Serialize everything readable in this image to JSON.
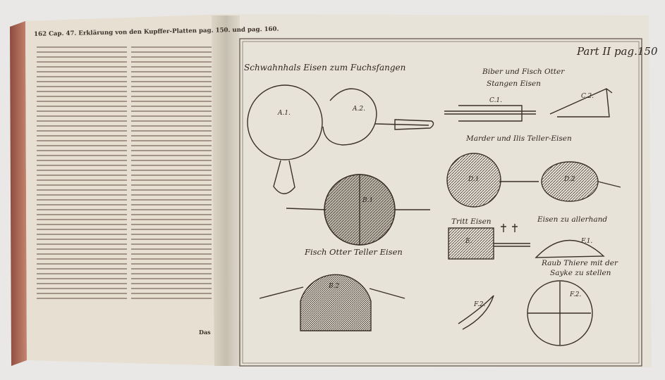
{
  "left_page": {
    "header": "162 Cap. 47. Erklärung von den Kupffer-Platten pag. 150. und pag. 160.",
    "catchword": "Das"
  },
  "plate": {
    "title": "Part II pag.150",
    "captions": {
      "schwanenhals": "Schwahnhals Eisen zum Fuchsfangen",
      "biber_line1": "Biber und Fisch Otter",
      "biber_line2": "Stangen Eisen",
      "marder": "Marder und Ilis Teller-Eisen",
      "fisch_otter": "Fisch Otter Teller Eisen",
      "tritt": "Tritt Eisen",
      "allerhand": "Eisen zu allerhand",
      "raubthiere_line1": "Raub Thiere mit der",
      "raubthiere_line2": "Sayke zu stellen"
    },
    "labels": {
      "a1": "A.1.",
      "a2": "A.2.",
      "c1": "C.1.",
      "c2": "C.2.",
      "d1": "D.1",
      "d2": "D.2",
      "b1": "B.1",
      "b2": "B.2",
      "e": "E.",
      "f1": "F.1.",
      "f2": "F.2.",
      "f2b": "F.2."
    }
  },
  "colors": {
    "background": "#e9e8e6",
    "paper": "#e8e2d6",
    "ink": "#3a3028",
    "book_edge": "#b06a5a"
  }
}
